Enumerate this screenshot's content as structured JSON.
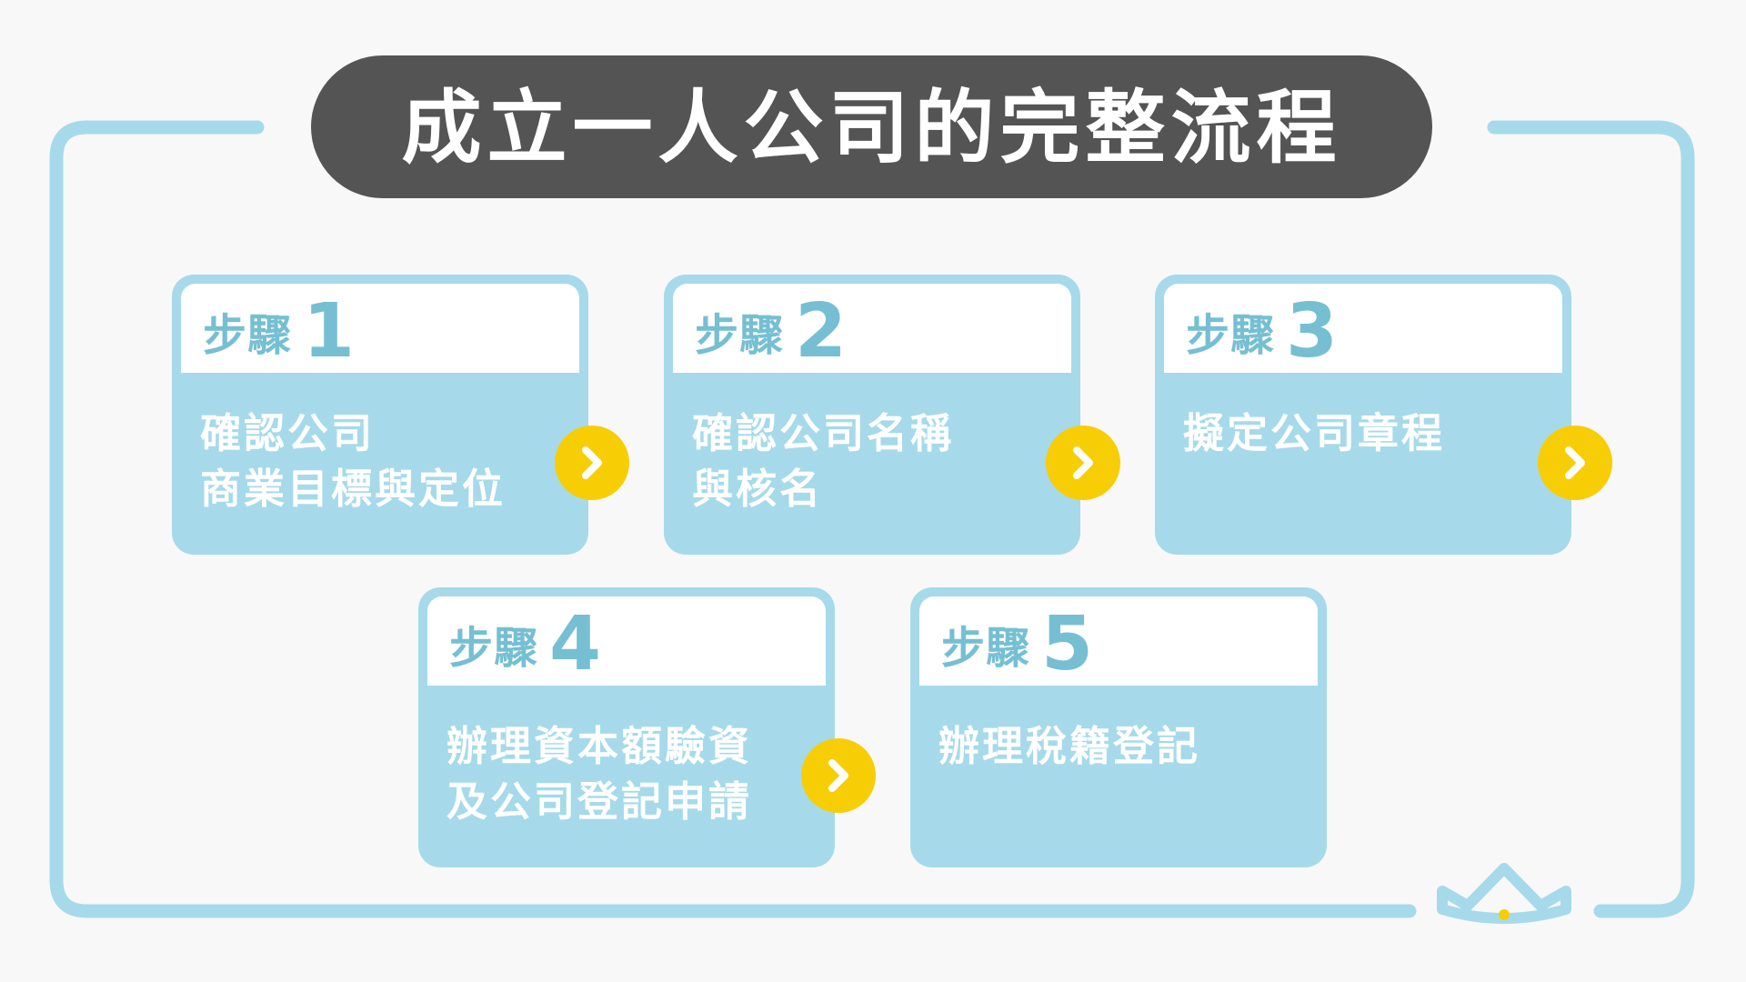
{
  "title": "成立一人公司的完整流程",
  "steps": [
    {
      "label": "步驟",
      "number": "1",
      "lines": [
        "確認公司",
        "商業目標與定位"
      ]
    },
    {
      "label": "步驟",
      "number": "2",
      "lines": [
        "確認公司名稱",
        "與核名"
      ]
    },
    {
      "label": "步驟",
      "number": "3",
      "lines": [
        "擬定公司章程",
        ""
      ]
    },
    {
      "label": "步驟",
      "number": "4",
      "lines": [
        "辦理資本額驗資",
        "及公司登記申請"
      ]
    },
    {
      "label": "步驟",
      "number": "5",
      "lines": [
        "辦理稅籍登記",
        ""
      ]
    }
  ],
  "colors": {
    "background": "#f8f8f8",
    "title_pill": "#545454",
    "card": "#a6daea",
    "frame": "#a6daea",
    "step_text": "#76bfd3",
    "arrow": "#f7ce05"
  },
  "icons": {
    "arrow": "chevron-right-icon",
    "decoration": "crown-icon"
  }
}
